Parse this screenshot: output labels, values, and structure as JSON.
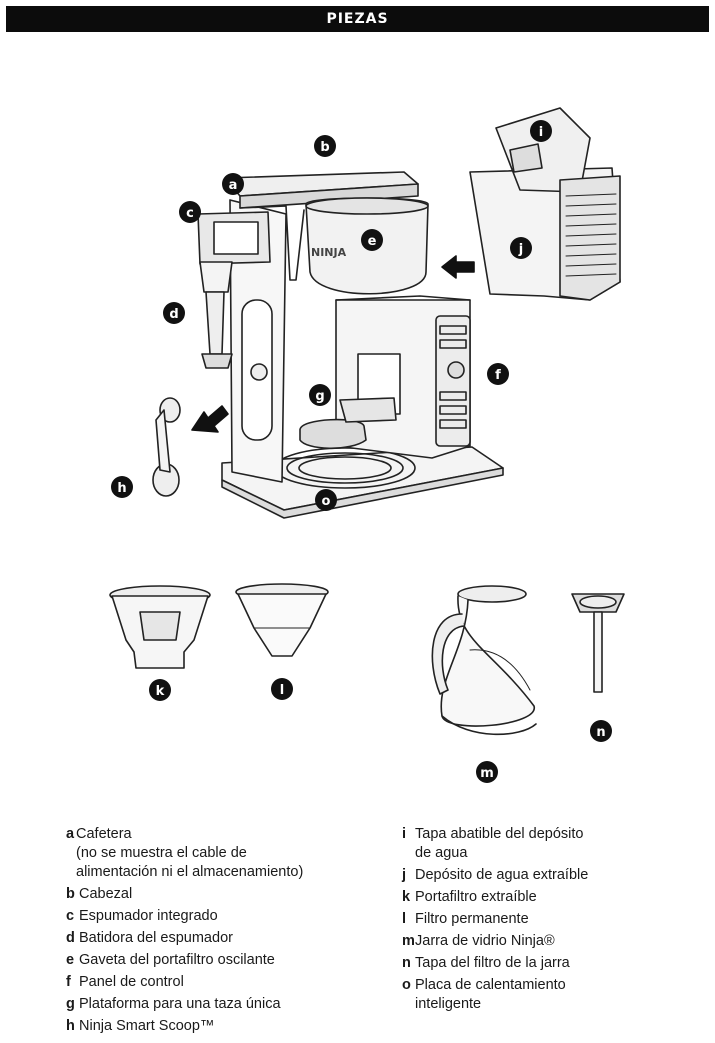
{
  "header": {
    "title": "PIEZAS"
  },
  "callouts": [
    "a",
    "b",
    "c",
    "d",
    "e",
    "f",
    "g",
    "h",
    "i",
    "j",
    "k",
    "l",
    "m",
    "n",
    "o"
  ],
  "brand_mark": "NINJA",
  "legend": {
    "left": [
      {
        "letter": "a",
        "text": "Cafetera\n(no se muestra el cable de\nalimentación ni el almacenamiento)"
      },
      {
        "letter": "b",
        "text": "Cabezal"
      },
      {
        "letter": "c",
        "text": "Espumador integrado"
      },
      {
        "letter": "d",
        "text": "Batidora del espumador"
      },
      {
        "letter": "e",
        "text": "Gaveta del portafiltro oscilante"
      },
      {
        "letter": "f",
        "text": "Panel de control"
      },
      {
        "letter": "g",
        "text": "Plataforma para una taza única"
      },
      {
        "letter": "h",
        "text": "Ninja Smart Scoop™"
      }
    ],
    "right": [
      {
        "letter": "i",
        "text": "Tapa abatible del depósito\nde agua"
      },
      {
        "letter": "j",
        "text": "Depósito de agua extraíble"
      },
      {
        "letter": "k",
        "text": "Portafiltro extraíble"
      },
      {
        "letter": "l",
        "text": "Filtro permanente"
      },
      {
        "letter": "m",
        "text": "Jarra de vidrio Ninja®"
      },
      {
        "letter": "n",
        "text": "Tapa del filtro de la jarra"
      },
      {
        "letter": "o",
        "text": "Placa de calentamiento\ninteligente"
      }
    ]
  }
}
